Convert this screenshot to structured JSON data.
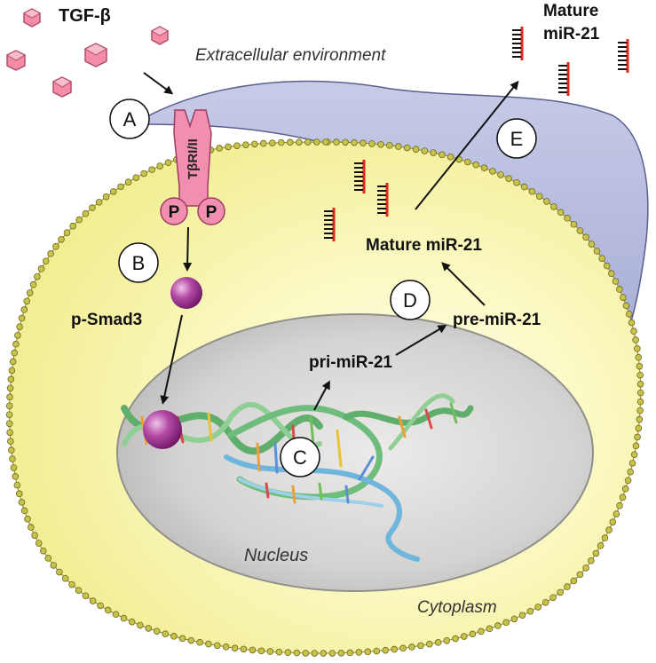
{
  "labels": {
    "tgf": "TGF-β",
    "extracellular": "Extracellular environment",
    "mature_top_line1": "Mature",
    "mature_top_line2": "miR-21",
    "receptor": "TβRI/II",
    "p_left": "P",
    "p_right": "P",
    "psmad": "p-Smad3",
    "mature_cyto": "Mature miR-21",
    "pre": "pre-miR-21",
    "pri": "pri-miR-21",
    "nucleus": "Nucleus",
    "cytoplasm": "Cytoplasm"
  },
  "steps": {
    "a": "A",
    "b": "B",
    "c": "C",
    "d": "D",
    "e": "E"
  },
  "colors": {
    "cytoplasm_fill": "#f8f6a4",
    "membrane_fill": "#b9bedf",
    "lipid_head": "#c9c24a",
    "nucleus_fill": "#d6d5d3",
    "tgf_fill": "#f48ca8",
    "receptor_fill": "#f28fb0",
    "smad_fill": "#9b2f8e",
    "dna_green": "#7fc38a",
    "dna_blue": "#7ab8d8",
    "mirna_red": "#e1261c"
  }
}
